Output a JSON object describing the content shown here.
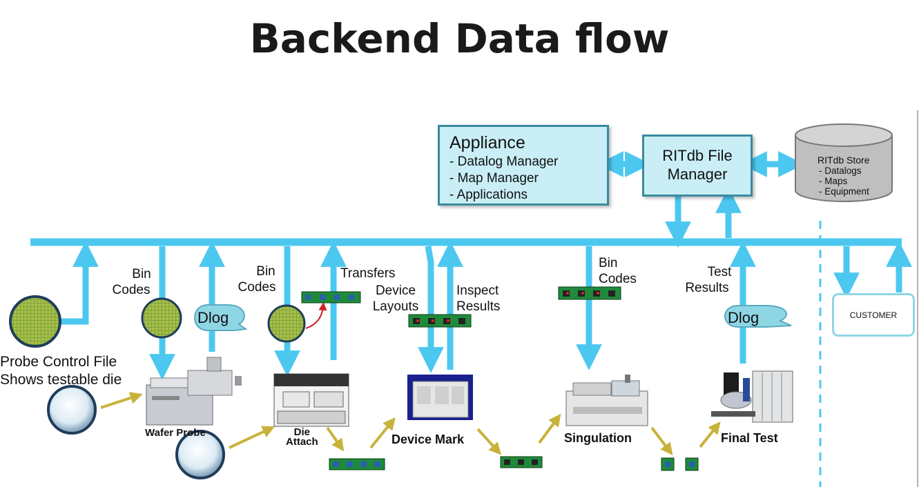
{
  "title": "Backend Data flow",
  "appliance": {
    "heading": "Appliance",
    "items": [
      "- Datalog Manager",
      "- Map Manager",
      "- Applications"
    ]
  },
  "file_manager": {
    "line1": "RITdb File",
    "line2": "Manager"
  },
  "store": {
    "heading": "RITdb Store",
    "items": [
      "- Datalogs",
      "- Maps",
      "- Equipment"
    ]
  },
  "customer": "CUSTOMER",
  "labels": {
    "bin_codes_1": [
      "Bin",
      "Codes"
    ],
    "bin_codes_2": [
      "Bin",
      "Codes"
    ],
    "transfers": "Transfers",
    "device_layouts": [
      "Device",
      "Layouts"
    ],
    "inspect_results": [
      "Inspect",
      "Results"
    ],
    "bin_codes_3": [
      "Bin",
      "Codes"
    ],
    "test_results": [
      "Test",
      "Results"
    ],
    "dlog_1": "Dlog",
    "dlog_2": "Dlog",
    "probe_control": [
      "Probe Control File",
      "Shows testable die"
    ]
  },
  "stations": {
    "wafer_probe": "Wafer Probe",
    "die_attach": [
      "Die",
      "Attach"
    ],
    "device_mark": "Device Mark",
    "singulation": "Singulation",
    "final_test": "Final Test"
  },
  "colors": {
    "bus": "#4cc8f0",
    "box_fill": "#c9eef6",
    "box_border": "#3a8a9e",
    "flow_arrow": "#c8b23a",
    "strip_green": "#1f8a3a",
    "store_fill": "#bfbfbf",
    "dlog_fill": "#8fd6e4"
  }
}
